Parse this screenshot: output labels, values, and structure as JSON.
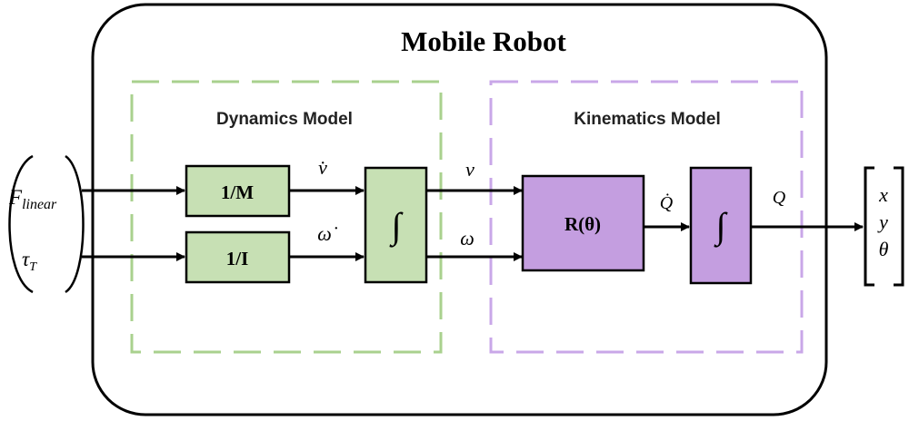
{
  "title": "Mobile Robot",
  "dynamics": {
    "label": "Dynamics Model",
    "block_mass": "1/M",
    "block_inertia": "1/I",
    "integrator": "∫"
  },
  "kinematics": {
    "label": "Kinematics Model",
    "block_rotation": "R(θ)",
    "integrator": "∫"
  },
  "inputs": {
    "force": {
      "base": "F",
      "sub": "linear"
    },
    "torque": {
      "base": "τ",
      "sub": "T"
    }
  },
  "signals": {
    "v_dot": "v̇",
    "omega_dot": "ω̇",
    "v": "ν",
    "omega": "ω",
    "q_dot": "Q̇",
    "q": "Q"
  },
  "outputs": [
    "x",
    "y",
    "θ"
  ],
  "colors": {
    "dynamics_fill": "#C7E0B4",
    "dynamics_dash": "#A9D18E",
    "kinematics_fill": "#C49EE0",
    "kinematics_dash": "#C9A7E8",
    "stroke": "#000000"
  }
}
